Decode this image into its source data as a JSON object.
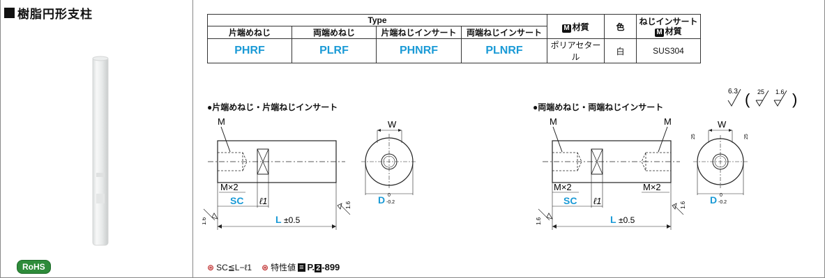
{
  "title": "樹脂円形支柱",
  "rohs": "RoHS",
  "table": {
    "type_header": "Type",
    "types": [
      "片端めねじ",
      "両端めねじ",
      "片端ねじインサート",
      "両端ねじインサート"
    ],
    "codes": [
      "PHRF",
      "PLRF",
      "PHNRF",
      "PLNRF"
    ],
    "material_header": "材質",
    "material_value": "ポリアセタール",
    "color_header": "色",
    "color_value": "白",
    "insert_header_1": "ねじインサート",
    "insert_header_2": "材質",
    "insert_value": "SUS304",
    "m_logo": "M"
  },
  "finish": {
    "main": "6.3",
    "a": "25",
    "b": "1.6"
  },
  "drawing1": {
    "title": "●片端めねじ・片端ねじインサート",
    "m": "M",
    "w": "W",
    "m2": "M×2",
    "sc": "SC",
    "l1": "ℓ1",
    "l": "L",
    "ltol": "±0.5",
    "d": "D",
    "dtol_top": "0",
    "dtol_bot": "-0.2",
    "rough": "1.6"
  },
  "drawing2": {
    "title": "●両端めねじ・両端ねじインサート",
    "m": "M",
    "w": "W",
    "m2": "M×2",
    "sc": "SC",
    "l1": "ℓ1",
    "l": "L",
    "ltol": "±0.5",
    "d": "D",
    "dtol_top": "0",
    "dtol_bot": "-0.2",
    "rough": "1.6",
    "rough25": "25"
  },
  "footer": {
    "note1": "SC≦L−ℓ1",
    "note2": "特性値",
    "ref_prefix": "P.",
    "ref_book": "2",
    "ref_page": "-899"
  },
  "colors": {
    "accent": "#1a9ad6",
    "rohs": "#2e8b3a"
  }
}
